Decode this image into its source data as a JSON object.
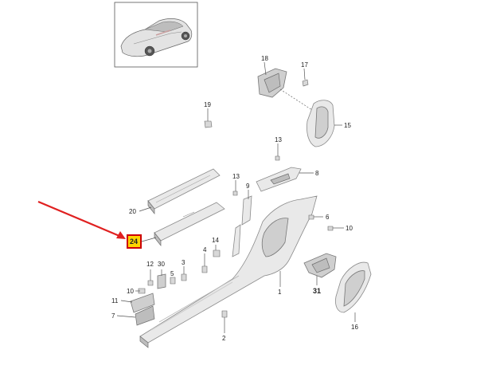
{
  "diagram": {
    "highlight_color": "#ffd400",
    "highlight_border": "#cc0000",
    "arrow_color": "#e02020",
    "callouts": {
      "c1": "1",
      "c2": "2",
      "c3": "3",
      "c4": "4",
      "c5": "5",
      "c6": "6",
      "c7": "7",
      "c8": "8",
      "c9": "9",
      "c10a": "10",
      "c10b": "10",
      "c11": "11",
      "c12": "12",
      "c13a": "13",
      "c13b": "13",
      "c14": "14",
      "c15": "15",
      "c16": "16",
      "c17": "17",
      "c18": "18",
      "c19": "19",
      "c20": "20",
      "c24": "24",
      "c30": "30",
      "c31": "31"
    },
    "highlighted_part": "24"
  }
}
